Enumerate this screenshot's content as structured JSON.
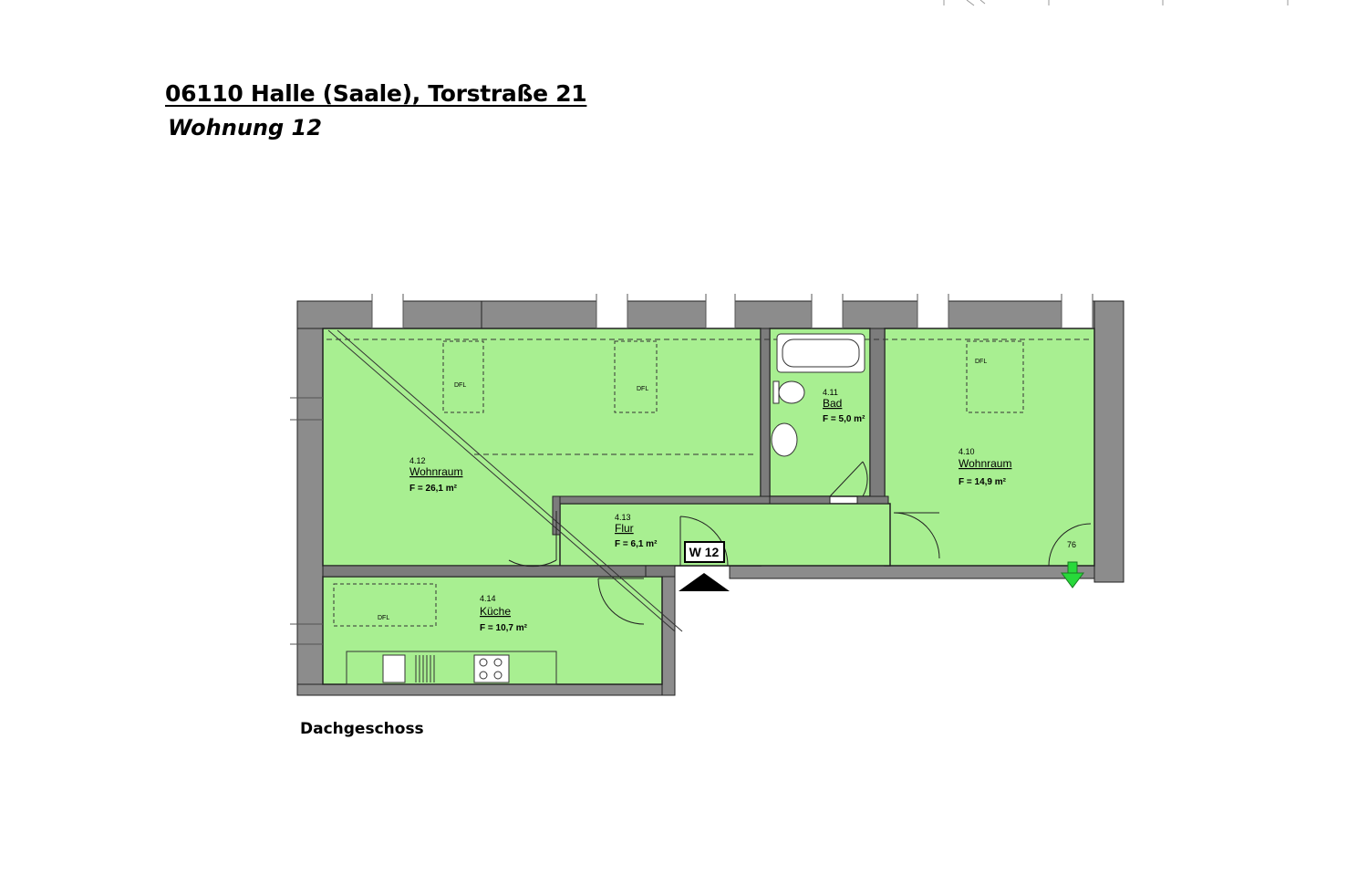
{
  "header": {
    "address": "06110 Halle (Saale), Torstraße 21",
    "unit": "Wohnung 12"
  },
  "floor": "Dachgeschoss",
  "apartment_tag": "W 12",
  "rooms": [
    {
      "id": "4.12",
      "name": "Wohnraum",
      "area": "F = 26,1 m²"
    },
    {
      "id": "4.11",
      "name": "Bad",
      "area": "F = 5,0 m²"
    },
    {
      "id": "4.10",
      "name": "Wohnraum",
      "area": "F = 14,9 m²"
    },
    {
      "id": "4.13",
      "name": "Flur",
      "area": "F = 6,1 m²"
    },
    {
      "id": "4.14",
      "name": "Küche",
      "area": "F = 10,7 m²"
    }
  ],
  "skylight_label": "DFL",
  "dimension_label": "76",
  "colors": {
    "room_fill": "#a8ef91",
    "wall": "#8c8c8c",
    "exit_arrow": "#27d93a"
  }
}
